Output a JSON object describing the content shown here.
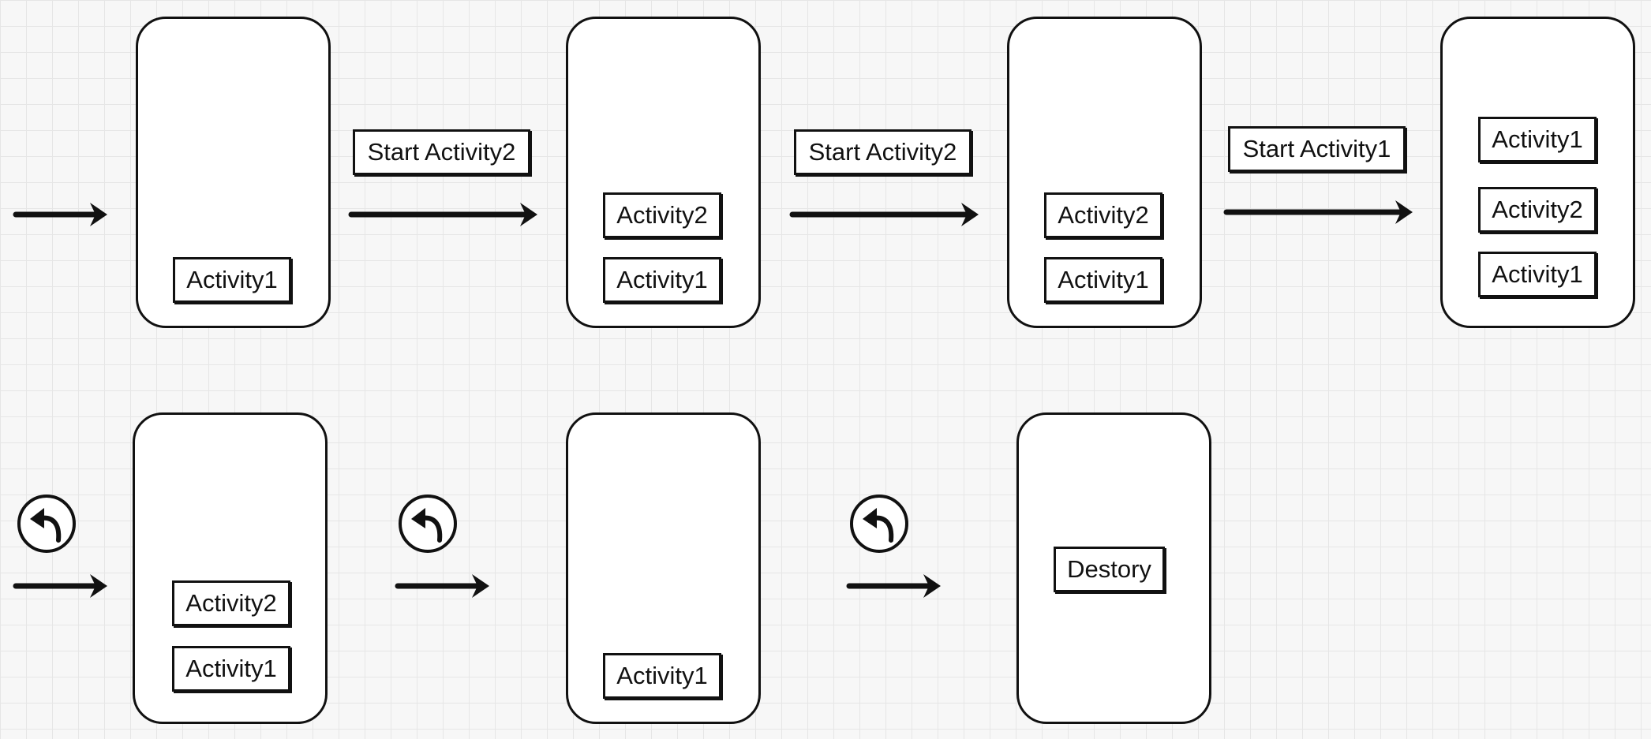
{
  "row1": {
    "transitions": [
      {
        "label": "Start Activity2"
      },
      {
        "label": "Start Activity2"
      },
      {
        "label": "Start Activity1"
      }
    ],
    "stacks": [
      [
        "Activity1"
      ],
      [
        "Activity2",
        "Activity1"
      ],
      [
        "Activity2",
        "Activity1"
      ],
      [
        "Activity1",
        "Activity2",
        "Activity1"
      ]
    ]
  },
  "row2": {
    "stacks": [
      [
        "Activity2",
        "Activity1"
      ],
      [
        "Activity1"
      ],
      [
        "Destory"
      ]
    ]
  },
  "icons": {
    "arrow": "arrow-right-icon",
    "back": "back-icon"
  },
  "colors": {
    "stroke": "#111111",
    "grid": "#e6e6e6",
    "background": "#f7f7f7"
  }
}
